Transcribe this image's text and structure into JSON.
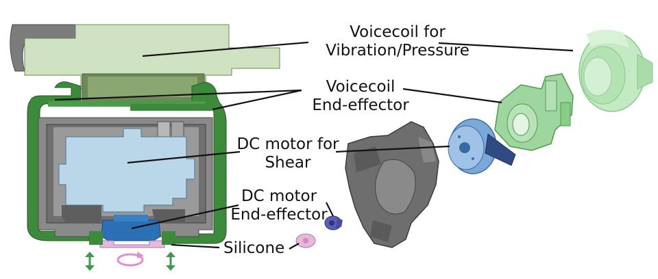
{
  "labels": {
    "voicecoil_vibration_line1": "Voicecoil for",
    "voicecoil_vibration_line2": "Vibration/Pressure",
    "voicecoil_end_effector_line1": "Voicecoil",
    "voicecoil_end_effector_line2": "End-effector",
    "dc_motor_shear_line1": "DC motor for",
    "dc_motor_shear_line2": "Shear",
    "dc_motor_end_effector_line1": "DC motor",
    "dc_motor_end_effector_line2": "End-effector",
    "silicone": "Silicone"
  },
  "colors": {
    "voicecoil_light_green": "#cfe3c2",
    "voicecoil_dark_green": "#3d8a3d",
    "housing_gray": "#7a7a7a",
    "motor_light_blue": "#b9d7e8",
    "motor_dark_blue": "#2b6fb5",
    "silicone_pink": "#e7b7df",
    "arrow_green": "#3e9a52",
    "arrow_pink": "#e38ccf"
  },
  "icons": {
    "vertical_motion": "double-arrow-vertical-icon",
    "rotation": "rotation-arrow-icon"
  }
}
